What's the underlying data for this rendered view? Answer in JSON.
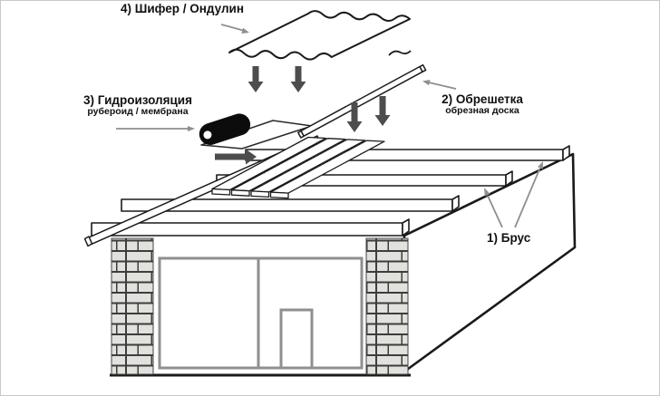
{
  "diagram": {
    "subject": "flat-roof-construction-layers",
    "labels": {
      "layer4": {
        "title": "4) Шифер / Ондулин"
      },
      "layer3": {
        "title": "3) Гидроизоляция",
        "subtitle": "рубероид / мембрана"
      },
      "layer2": {
        "title": "2) Обрешетка",
        "subtitle": "обрезная доска"
      },
      "layer1": {
        "title": "1) Брус"
      }
    },
    "colors": {
      "line": "#1a1a1a",
      "block_arrow": "#4d4d4d",
      "pointer_arrow": "#8f8f8f",
      "door_frame": "#8f8f8f",
      "brick_fill": "#e1e1dd",
      "brick_mortar": "#3d3d3d",
      "roll_fill": "#0c0c0c",
      "background": "#ffffff",
      "frame_border": "#c9c9c9"
    },
    "icons": [
      "corrugated-sheet-icon",
      "waterproofing-roll-icon",
      "down-arrow-icon",
      "right-arrow-icon",
      "pointer-arrow-icon"
    ]
  }
}
